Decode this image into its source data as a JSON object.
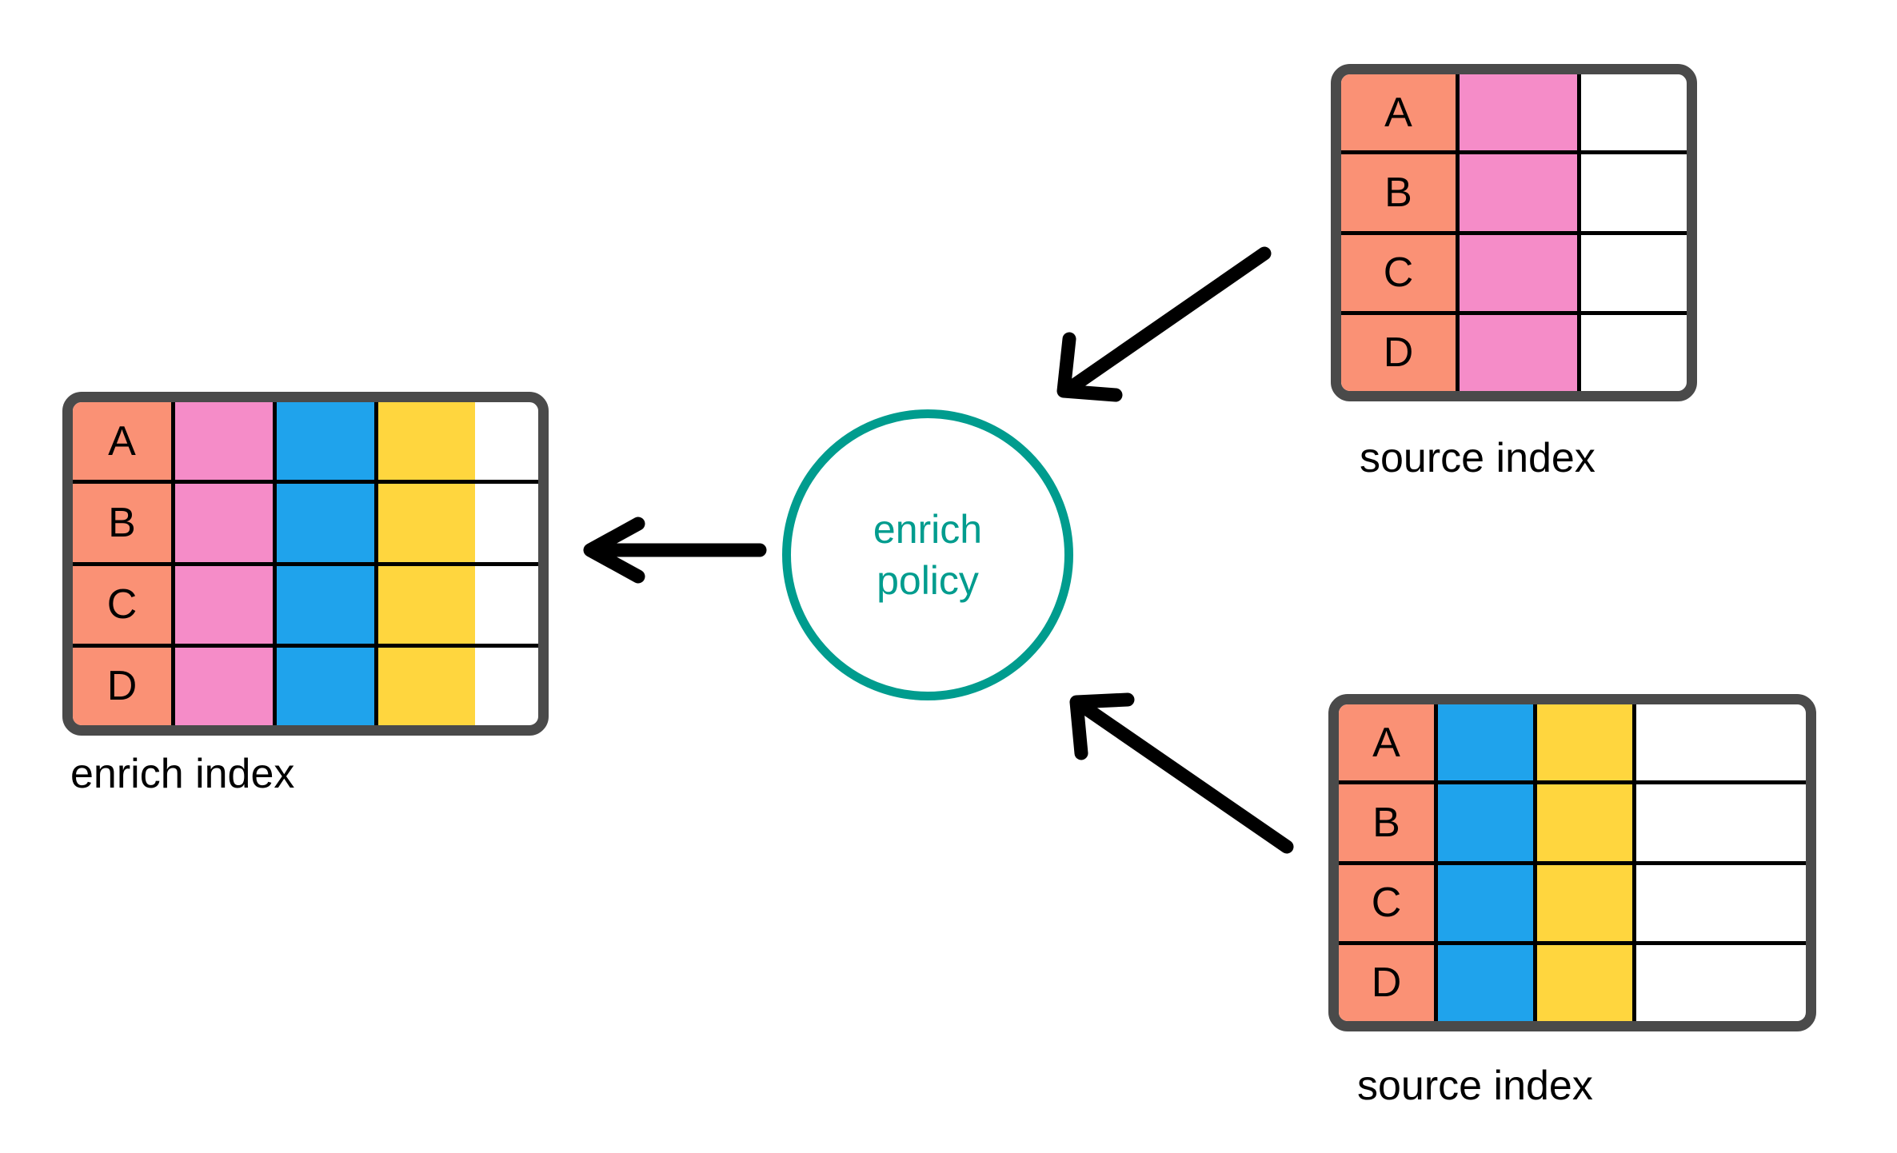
{
  "colors": {
    "key": "#FA9175",
    "pink": "#F58CC8",
    "blue": "#1FA3EC",
    "yellow": "#FFD63E",
    "white": "#FFFFFF",
    "table_border": "#4A4A4A",
    "cell_line": "#000000",
    "policy_accent": "#009C8E",
    "arrow": "#000000",
    "background": "#FFFFFF"
  },
  "enrich_index": {
    "caption": "enrich index",
    "rows": [
      {
        "key": "A",
        "cells": [
          "pink",
          "blue",
          "yellow"
        ]
      },
      {
        "key": "B",
        "cells": [
          "pink",
          "blue",
          "yellow"
        ]
      },
      {
        "key": "C",
        "cells": [
          "pink",
          "blue",
          "yellow"
        ]
      },
      {
        "key": "D",
        "cells": [
          "pink",
          "blue",
          "yellow"
        ]
      }
    ]
  },
  "policy": {
    "line1": "enrich",
    "line2": "policy"
  },
  "source_index_top": {
    "caption": "source index",
    "rows": [
      {
        "key": "A",
        "cells": [
          "pink",
          "white"
        ]
      },
      {
        "key": "B",
        "cells": [
          "pink",
          "white"
        ]
      },
      {
        "key": "C",
        "cells": [
          "pink",
          "white"
        ]
      },
      {
        "key": "D",
        "cells": [
          "pink",
          "white"
        ]
      }
    ]
  },
  "source_index_bottom": {
    "caption": "source index",
    "rows": [
      {
        "key": "A",
        "cells": [
          "blue",
          "yellow",
          "white"
        ]
      },
      {
        "key": "B",
        "cells": [
          "blue",
          "yellow",
          "white"
        ]
      },
      {
        "key": "C",
        "cells": [
          "blue",
          "yellow",
          "white"
        ]
      },
      {
        "key": "D",
        "cells": [
          "blue",
          "yellow",
          "white"
        ]
      }
    ]
  },
  "arrows": [
    {
      "name": "source-top-to-policy",
      "from": "source index (top)",
      "to": "enrich policy"
    },
    {
      "name": "source-bottom-to-policy",
      "from": "source index (bottom)",
      "to": "enrich policy"
    },
    {
      "name": "policy-to-enrich-index",
      "from": "enrich policy",
      "to": "enrich index"
    }
  ]
}
